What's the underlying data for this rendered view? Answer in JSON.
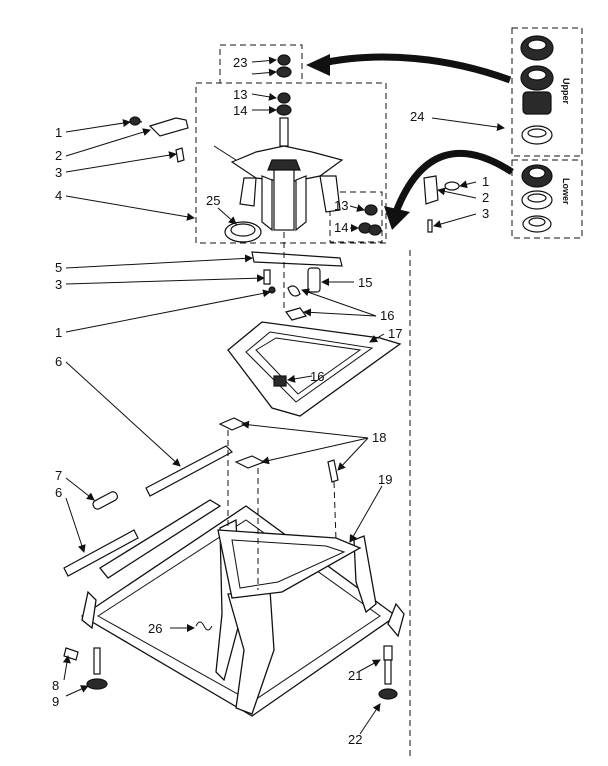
{
  "diagram": {
    "callouts": [
      "1",
      "2",
      "3",
      "4",
      "5",
      "3",
      "1",
      "6",
      "7",
      "6",
      "8",
      "9",
      "23",
      "13",
      "14",
      "25",
      "13",
      "14",
      "24",
      "1",
      "2",
      "3",
      "15",
      "16",
      "17",
      "16",
      "18",
      "19",
      "26",
      "21",
      "22"
    ],
    "kit_labels": {
      "upper": "Upper",
      "lower": "Lower"
    }
  }
}
